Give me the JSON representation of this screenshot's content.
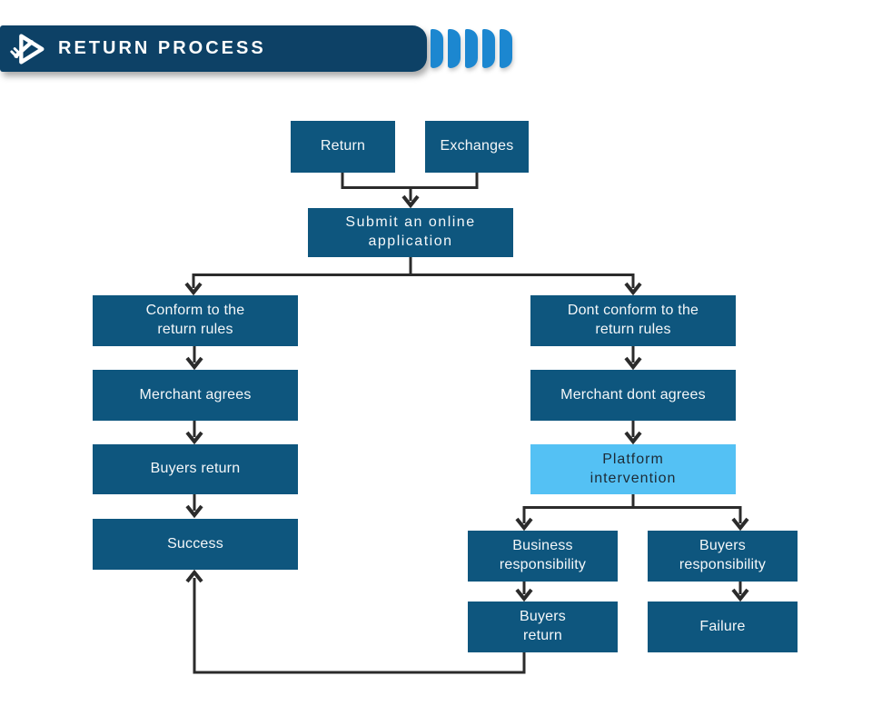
{
  "header": {
    "title": "RETURN PROCESS",
    "logo_icon": "wrench-play-triangle-icon",
    "chevron_count": 5,
    "colors": {
      "banner": "#0d4166",
      "chevron": "#1c87d0",
      "title_text": "#fdfdfd"
    }
  },
  "flowchart": {
    "colors": {
      "node_background": "#0e567e",
      "node_text": "#f4f7f9",
      "highlight_background": "#54c1f4",
      "highlight_text": "#1d2b36",
      "connector": "#2b2b2b"
    },
    "nodes": {
      "return": {
        "label": "Return"
      },
      "exchanges": {
        "label": "Exchanges"
      },
      "submit": {
        "label": "Submit an online\napplication"
      },
      "conform": {
        "label": "Conform to the\nreturn rules"
      },
      "merchant_agrees": {
        "label": "Merchant agrees"
      },
      "buyers_return_left": {
        "label": "Buyers return"
      },
      "success": {
        "label": "Success"
      },
      "dont_conform": {
        "label": "Dont conform to the\nreturn rules"
      },
      "merchant_dont_agrees": {
        "label": "Merchant dont agrees"
      },
      "platform_intervention": {
        "label": "Platform\nintervention"
      },
      "business_responsibility": {
        "label": "Business\nresponsibility"
      },
      "buyers_responsibility": {
        "label": "Buyers\nresponsibility"
      },
      "buyers_return_right": {
        "label": "Buyers\nreturn"
      },
      "failure": {
        "label": "Failure"
      }
    }
  }
}
